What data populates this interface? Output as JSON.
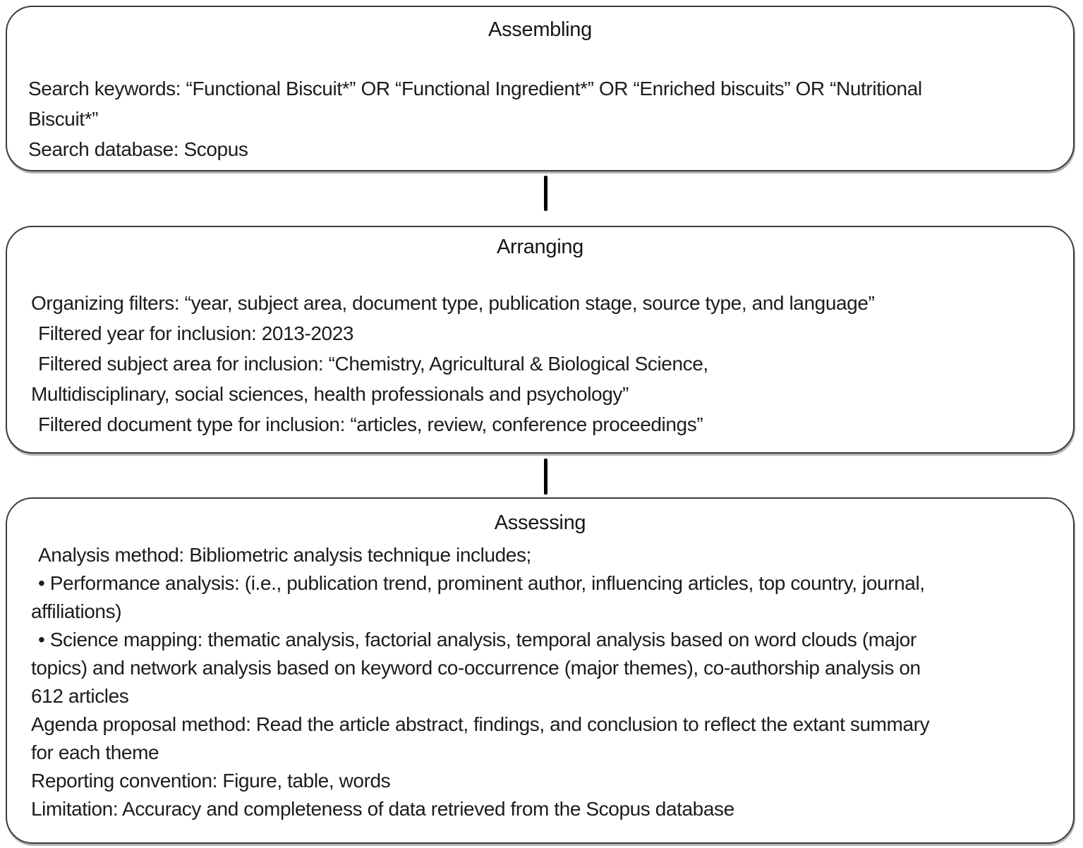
{
  "figure": {
    "stages": [
      {
        "id": "assembling",
        "title": "Assembling",
        "lines": [
          "Search keywords: “Functional Biscuit*” OR “Functional Ingredient*” OR “Enriched biscuits” OR “Nutritional",
          "Biscuit*”",
          "Search database: Scopus"
        ]
      },
      {
        "id": "arranging",
        "title": "Arranging",
        "lines": [
          "Organizing filters: “year, subject area, document type, publication stage, source type, and language”",
          "Filtered year for inclusion: 2013-2023",
          "Filtered subject area for inclusion: “Chemistry, Agricultural & Biological Science,",
          "Multidisciplinary, social sciences, health professionals and psychology”",
          "Filtered document type for inclusion: “articles, review, conference proceedings”"
        ]
      },
      {
        "id": "assessing",
        "title": "Assessing",
        "lines": [
          "Analysis method: Bibliometric analysis technique includes;",
          "• Performance analysis: (i.e., publication trend, prominent author, influencing articles, top country, journal,",
          "affiliations)",
          "• Science mapping: thematic analysis, factorial analysis, temporal analysis based on word clouds (major",
          "topics) and network analysis based on keyword co-occurrence (major themes), co-authorship analysis on",
          "612 articles",
          "Agenda proposal method: Read the article abstract, findings, and conclusion to reflect the extant summary",
          "for each theme",
          "Reporting convention: Figure, table, words",
          "Limitation: Accuracy and completeness of data retrieved from the Scopus database"
        ]
      }
    ]
  }
}
